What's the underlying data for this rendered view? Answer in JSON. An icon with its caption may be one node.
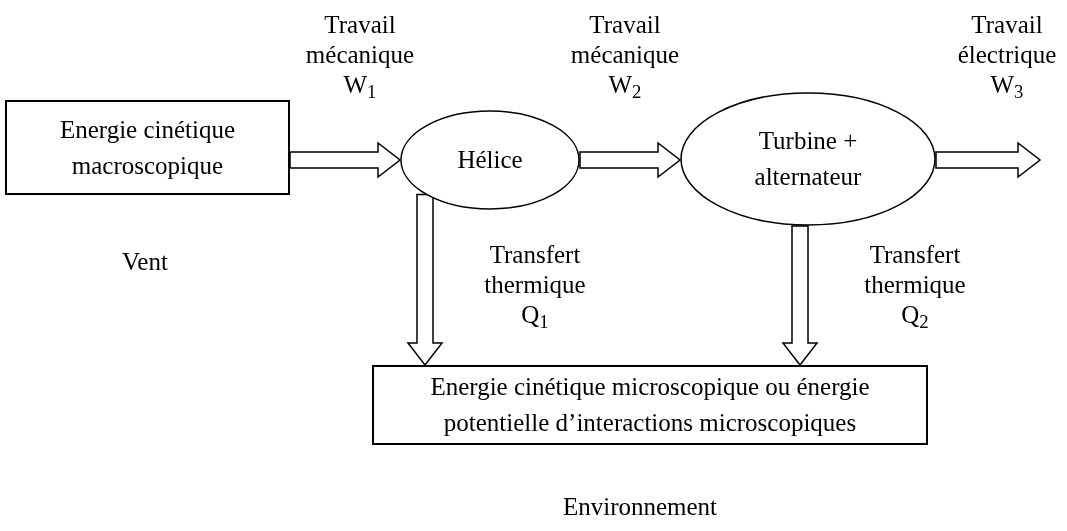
{
  "diagram": {
    "nodes": [
      {
        "text": [
          "Energie cinétique macroscopique"
        ],
        "beside": [
          "Vent"
        ]
      },
      {
        "text": [
          "Hélice"
        ]
      },
      {
        "text": [
          "Turbine + alternateur"
        ]
      },
      {
        "text": [
          "Energie cinétique microscopique ou énergie potentielle d’interactions microscopiques"
        ],
        "beside": [
          "Environnement"
        ]
      }
    ],
    "edges": [
      {
        "from": 0,
        "to": 1,
        "arrow": "to",
        "label": "Travail mécanique W$_{1}$"
      },
      {
        "from": 1,
        "to": 2,
        "arrow": "to",
        "label": "Travail mécanique W$_{2}$"
      },
      {
        "from": 2,
        "to": null,
        "arrow": "to",
        "label": "Travail électrique W$_{3}$"
      },
      {
        "from": 1,
        "to": 3,
        "arrow": "to",
        "label": "Transfert thermique Q$_{1}$"
      },
      {
        "from": 2,
        "to": 3,
        "arrow": "to",
        "label": "Transfert thermique Q$_{2}$"
      }
    ]
  }
}
